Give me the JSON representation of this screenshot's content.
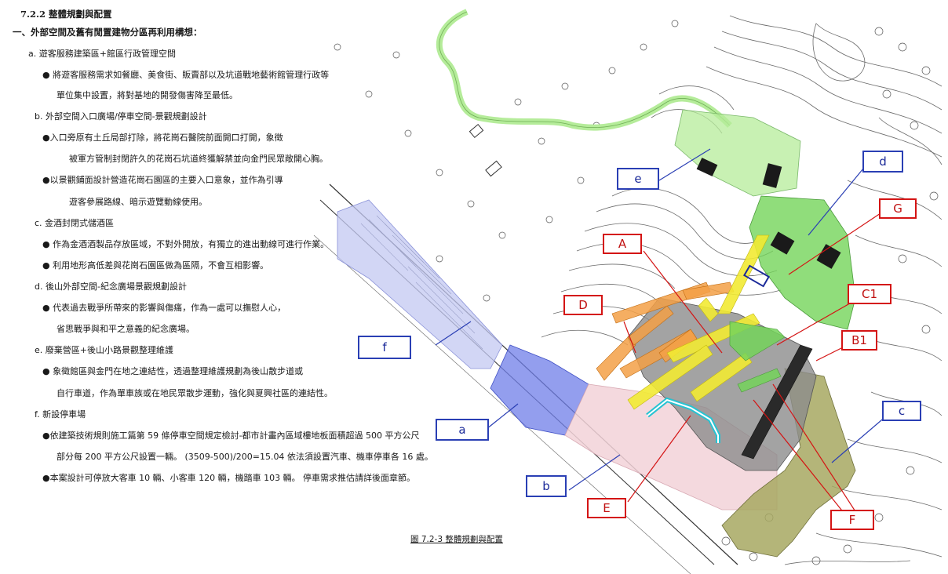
{
  "document": {
    "section_title": "7.2.2 整體規劃與配置",
    "heading": "一、外部空間及舊有閒置建物分區再利用構想：",
    "items": [
      {
        "label": "a. 遊客服務建築區+館區行政管理空間",
        "bullets": [
          {
            "first": "● 將遊客服務需求如餐廳、美食街、販賣部以及坑道戰地藝術館管理行政等",
            "rest": [
              "單位集中設置，將對基地的開發傷害降至最低。"
            ]
          }
        ]
      },
      {
        "label": "b. 外部空間入口廣場/停車空間-景觀規劃設計",
        "bullets": [
          {
            "first": "●入口旁原有土丘局部打除，將花崗石醫院前面開口打開，象徵",
            "rest": [
              "被軍方管制封閉許久的花崗石坑道終獲解禁並向金門民眾敞開心胸。"
            ]
          },
          {
            "first": "●以景觀鋪面設計營造花崗石園區的主要入口意象，並作為引導",
            "rest": [
              "遊客參展路線、暗示遊覽動線使用。"
            ]
          }
        ]
      },
      {
        "label": "c. 金酒封閉式儲酒區",
        "bullets": [
          {
            "first": "● 作為金酒酒製品存放區域，不對外開放，有獨立的進出動線可進行作業。",
            "rest": []
          },
          {
            "first": "● 利用地形高低差與花崗石園區做為區隔，不會互相影響。",
            "rest": []
          }
        ]
      },
      {
        "label": "d. 後山外部空間-紀念廣場景觀規劃設計",
        "bullets": [
          {
            "first": "● 代表過去戰爭所帶來的影響與傷痛，作為一處可以撫慰人心，",
            "rest": [
              "省思戰爭與和平之意義的紀念廣場。"
            ]
          }
        ]
      },
      {
        "label": "e. 廢棄營區+後山小路景觀整理維護",
        "bullets": [
          {
            "first": "● 象徵館區與金門在地之連結性，透過整理維護規劃為後山散步道或",
            "rest": [
              "自行車道，作為單車族或在地民眾散步運動，強化與夏興社區的連結性。"
            ]
          }
        ]
      },
      {
        "label": "f. 新設停車場",
        "bullets": [
          {
            "first": "●依建築技術規則施工篇第 59 條停車空間規定檢討-都市計畫內區域樓地板面積超過 500 平方公尺",
            "rest": [
              "部分每 200 平方公尺設置一輛。 (3509-500)/200=15.04 依法須設置汽車、機車停車各 16 處。"
            ]
          },
          {
            "first": "●本案設計可停放大客車 10 輛、小客車 120 輛，機踏車 103 輛。 停車需求推估請詳後面章節。",
            "rest": []
          }
        ]
      }
    ],
    "caption": "圖 7.2-3 整體規劃與配置"
  },
  "plan_labels": {
    "a": "a",
    "b": "b",
    "c": "c",
    "d": "d",
    "e": "e",
    "f": "f",
    "A": "A",
    "B1": "B1",
    "C1": "C1",
    "D": "D",
    "E": "E",
    "F": "F",
    "G": "G"
  },
  "colors": {
    "zone_a": "#6f7ee8",
    "zone_b": "#f2d2d8",
    "zone_c": "#a7a861",
    "zone_d": "#74d45a",
    "zone_e": "#b5ec9a",
    "zone_f": "#c3c8f2",
    "zone_orange": "#f3a046",
    "zone_yellow": "#f2ea33",
    "zone_gray": "#8c8c8c",
    "blue_label": "#2a3fb4",
    "red_label": "#d41414"
  }
}
